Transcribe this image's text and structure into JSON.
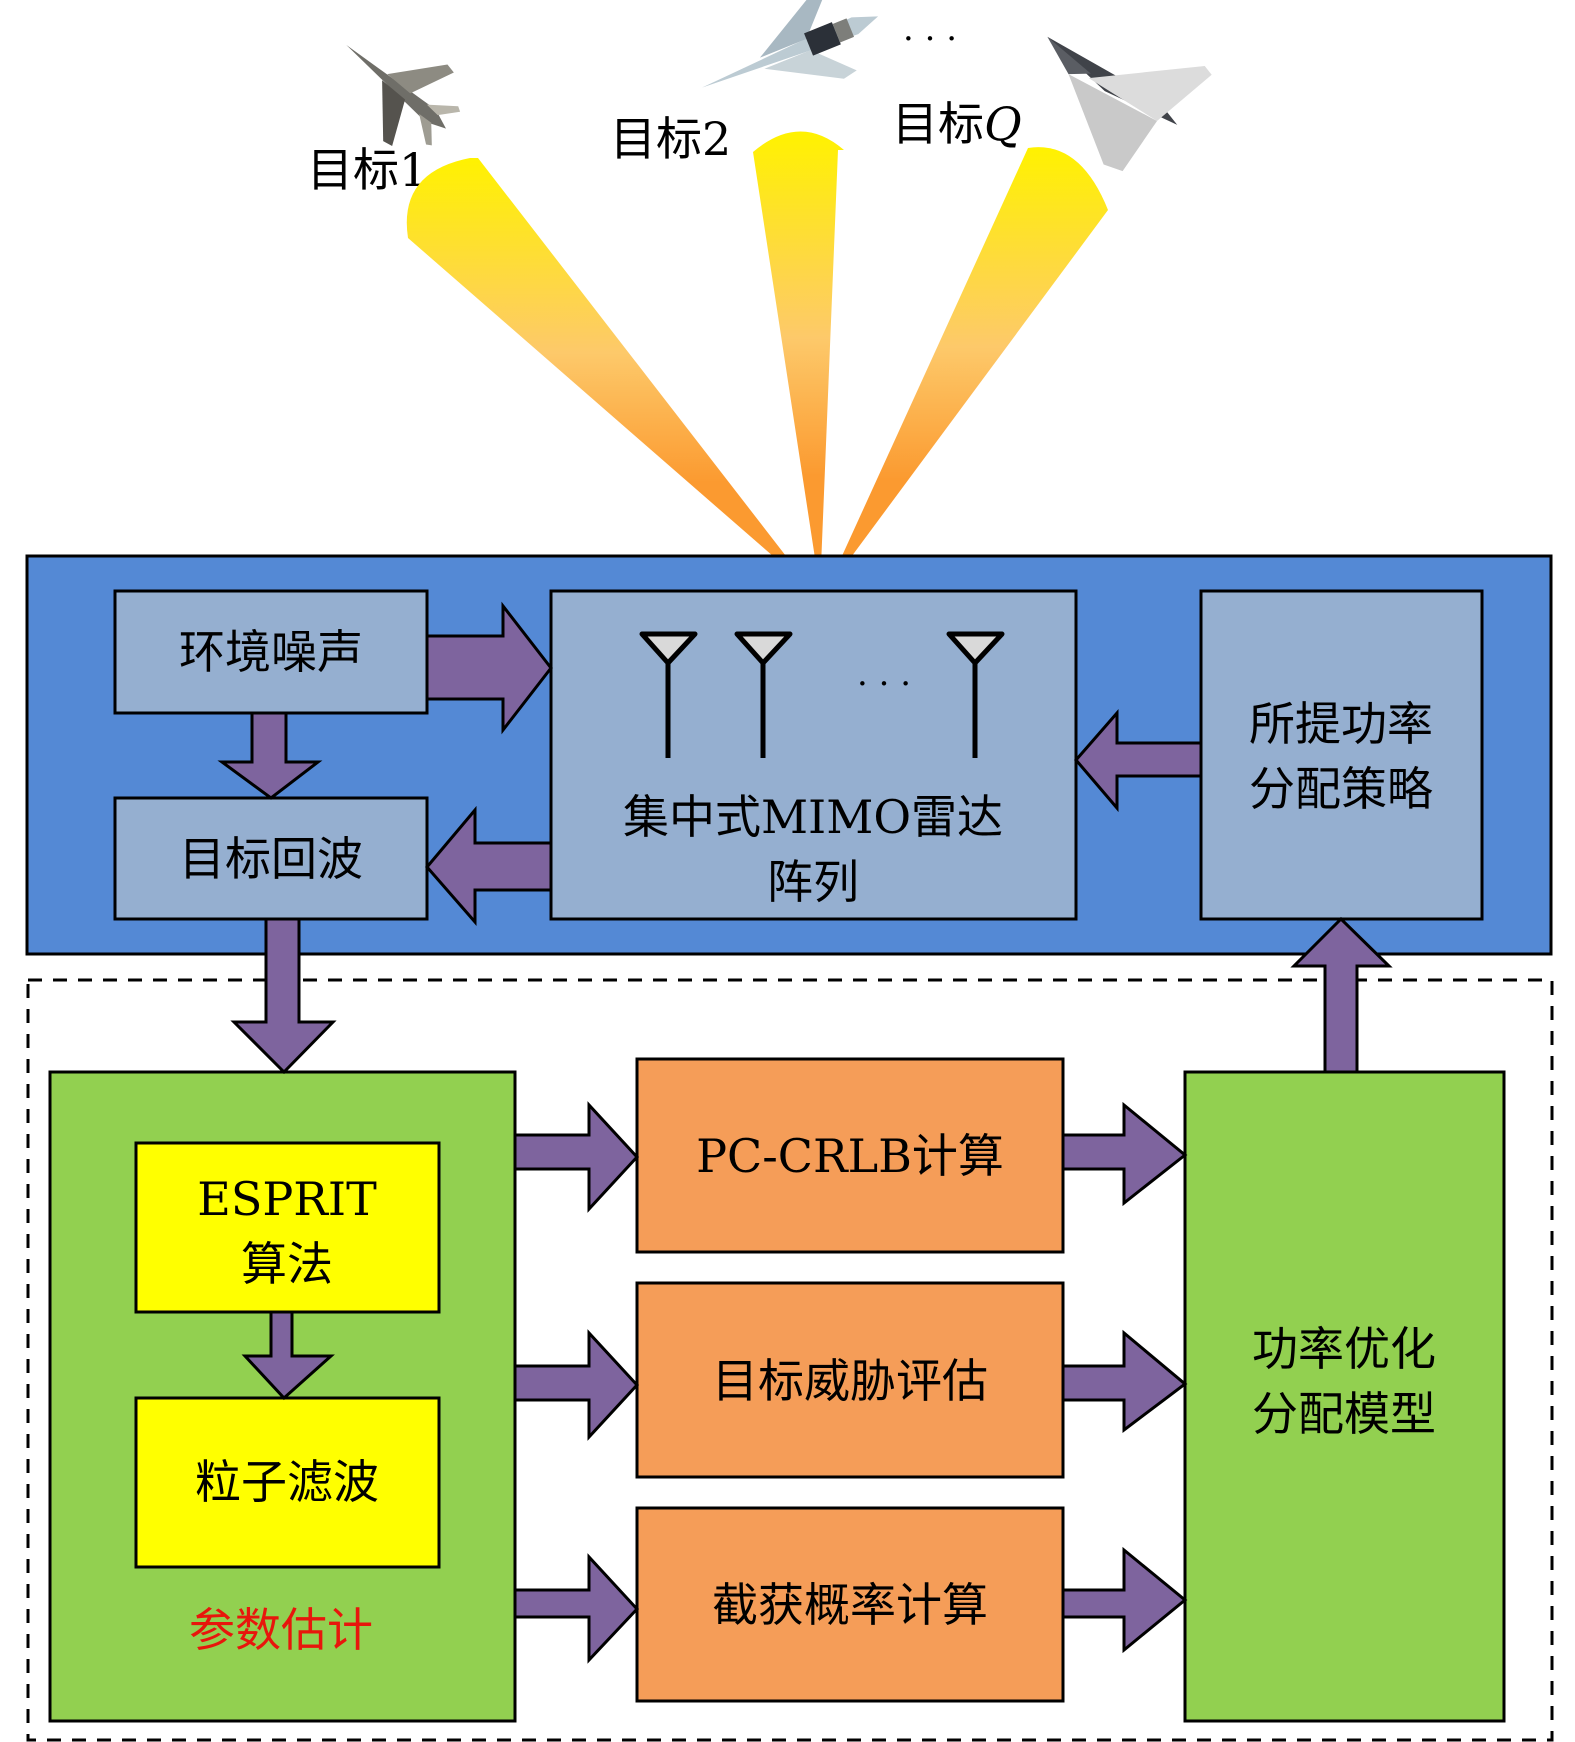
{
  "targets": [
    {
      "label_prefix": "目标",
      "label_suffix": "1",
      "italic_suffix": false
    },
    {
      "label_prefix": "目标",
      "label_suffix": "2",
      "italic_suffix": false
    },
    {
      "label_prefix": "目标",
      "label_suffix": "Q",
      "italic_suffix": true
    }
  ],
  "targets_ellipsis": "· · ·",
  "radar_system": {
    "noise_box": "环境噪声",
    "echo_box": "目标回波",
    "mimo_box_line1": "集中式MIMO雷达",
    "mimo_box_line2": "阵列",
    "antenna_ellipsis": "· · ·",
    "strategy_box_line1": "所提功率",
    "strategy_box_line2": "分配策略"
  },
  "processing": {
    "param_estimation_label": "参数估计",
    "esprit_line1": "ESPRIT",
    "esprit_line2": "算法",
    "particle_filter": "粒子滤波",
    "pc_crlb": "PC-CRLB计算",
    "threat_assessment": "目标威胁评估",
    "intercept_probability": "截获概率计算",
    "optimization_model_line1": "功率优化",
    "optimization_model_line2": "分配模型"
  },
  "colors": {
    "radar_panel": "#5489d5",
    "radar_box": "#95afd0",
    "arrow": "#7e649e",
    "green_box": "#92d050",
    "yellow_box": "#ffff00",
    "orange_box": "#f59d58",
    "beam_tip": "#fff200",
    "beam_base": "#fb9a30",
    "param_label": "#e8160c"
  }
}
